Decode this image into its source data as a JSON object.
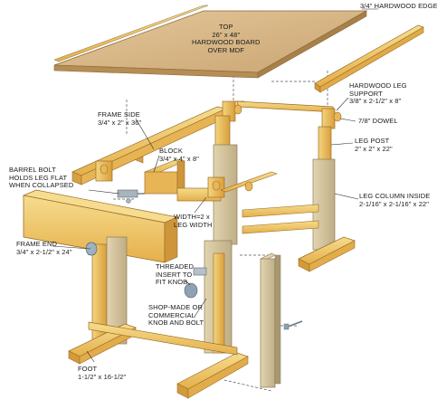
{
  "colors": {
    "wood_light": "#f3d27a",
    "wood_mid": "#e6b24c",
    "wood_dark": "#c98a2c",
    "mdf_top": "#d9b98c",
    "mdf_edge": "#c9a676",
    "column_face": "#d6c7a3",
    "knob": "#7f93a3",
    "leader": "#2b2b2b"
  },
  "labels": {
    "edge": {
      "title": "3/4\" HARDWOOD EDGE"
    },
    "top": {
      "title": "TOP",
      "lines": [
        "26\" x 48\"",
        "HARDWOOD BOARD",
        "OVER MDF"
      ]
    },
    "legsupport": {
      "title": "HARDWOOD LEG",
      "lines": [
        "SUPPORT",
        "3/8\" x 2-1/2\" x 8\""
      ]
    },
    "frameside": {
      "title": "FRAME SIDE",
      "lines": [
        "3/4\" x 2\" x 36\""
      ]
    },
    "dowel": {
      "title": "7/8\" DOWEL"
    },
    "block": {
      "title": "BLOCK",
      "lines": [
        "3/4\" x 4\" x 8\""
      ]
    },
    "legpost": {
      "title": "LEG POST",
      "lines": [
        "2\" x 2\" x 22\""
      ]
    },
    "barrelbolt": {
      "title": "BARREL BOLT",
      "lines": [
        "HOLDS LEG FLAT",
        "WHEN COLLAPSED"
      ]
    },
    "legcolumn": {
      "title": "LEG COLUMN INSIDE",
      "lines": [
        "2-1/16\" x 2-1/16\" x 22\""
      ]
    },
    "width": {
      "title": "WIDTH=2 x",
      "lines": [
        "LEG WIDTH"
      ]
    },
    "frameend": {
      "title": "FRAME END",
      "lines": [
        "3/4\" x 2-1/2\" x 24\""
      ]
    },
    "insert": {
      "title": "THREADED",
      "lines": [
        "INSERT TO",
        "FIT KNOB"
      ]
    },
    "knob": {
      "title": "SHOP-MADE OR",
      "lines": [
        "COMMERCIAL",
        "KNOB AND BOLT"
      ]
    },
    "foot": {
      "title": "FOOT",
      "lines": [
        "1-1/2\" x 16-1/2\""
      ]
    }
  }
}
